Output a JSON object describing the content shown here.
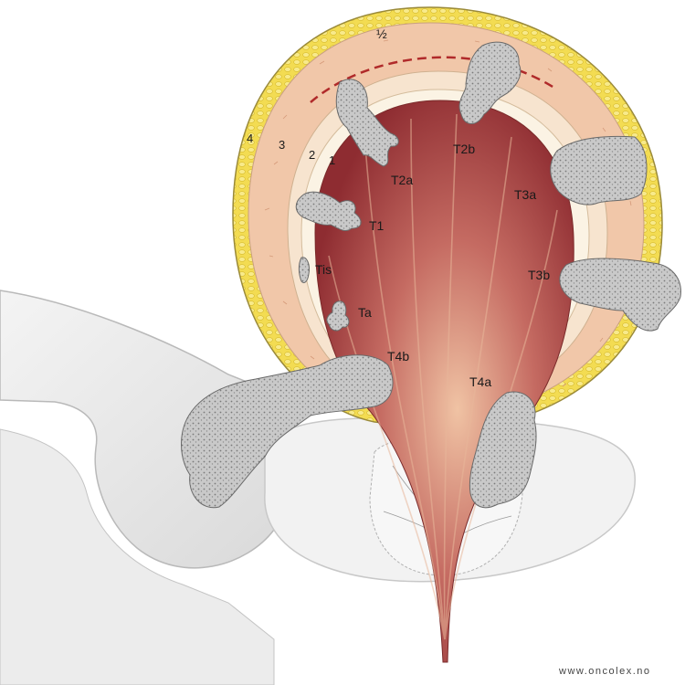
{
  "layer_labels": {
    "half": "½",
    "one": "1",
    "two": "2",
    "three": "3",
    "four": "4"
  },
  "stage_labels": {
    "t2a": "T2a",
    "t2b": "T2b",
    "t3a": "T3a",
    "t1": "T1",
    "t3b": "T3b",
    "tis": "Tis",
    "ta": "Ta",
    "t4b": "T4b",
    "t4a": "T4a"
  },
  "credit": "www.oncolex.no",
  "colors": {
    "fat_layer": "#f2d94a",
    "outer_muscle": "#f1c7a9",
    "inner_muscle": "#f7e7d0",
    "mucosa_dark": "#8c2a2e",
    "mucosa_light": "#e7a98c",
    "tumor": "#b8b8b8",
    "pelvic_bone": "#e6e6e6",
    "prostate": "#f0f0f0"
  }
}
